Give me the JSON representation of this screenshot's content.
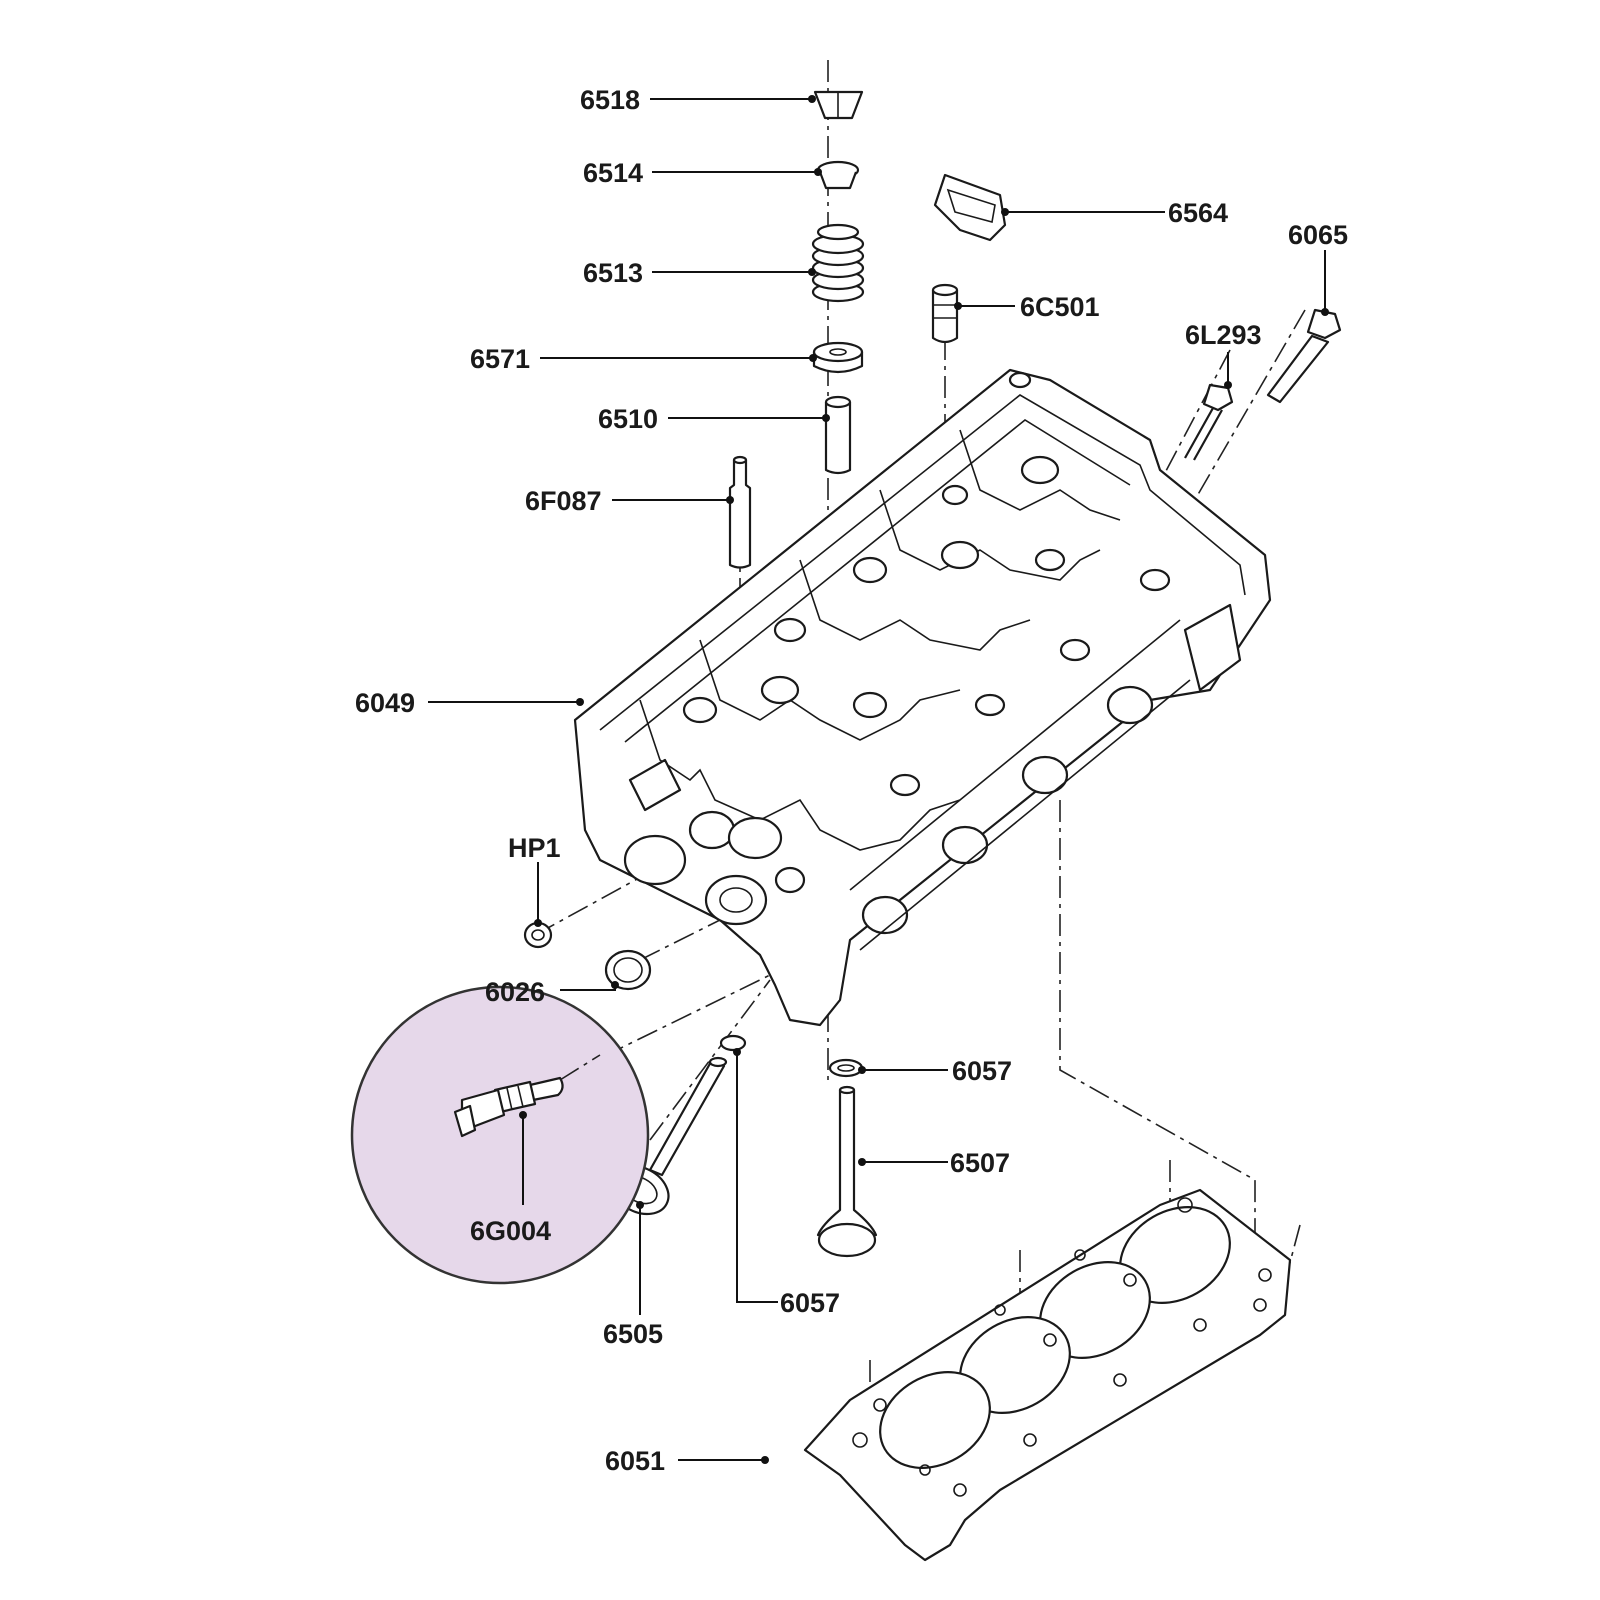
{
  "colors": {
    "highlight_fill": "#e6d8ea",
    "highlight_stroke": "#333333",
    "line": "#1a1a1a",
    "highlight_label": "#2a1a2e"
  },
  "highlighted_part": "6G004",
  "labels": {
    "p6518": "6518",
    "p6514": "6514",
    "p6513": "6513",
    "p6571": "6571",
    "p6510": "6510",
    "p6F087": "6F087",
    "p6049": "6049",
    "pHP1": "HP1",
    "p6026": "6026",
    "p6G004": "6G004",
    "p6505": "6505",
    "p6057a": "6057",
    "p6057b": "6057",
    "p6507": "6507",
    "p6051": "6051",
    "p6564": "6564",
    "p6C501": "6C501",
    "p6L293": "6L293",
    "p6065": "6065"
  }
}
